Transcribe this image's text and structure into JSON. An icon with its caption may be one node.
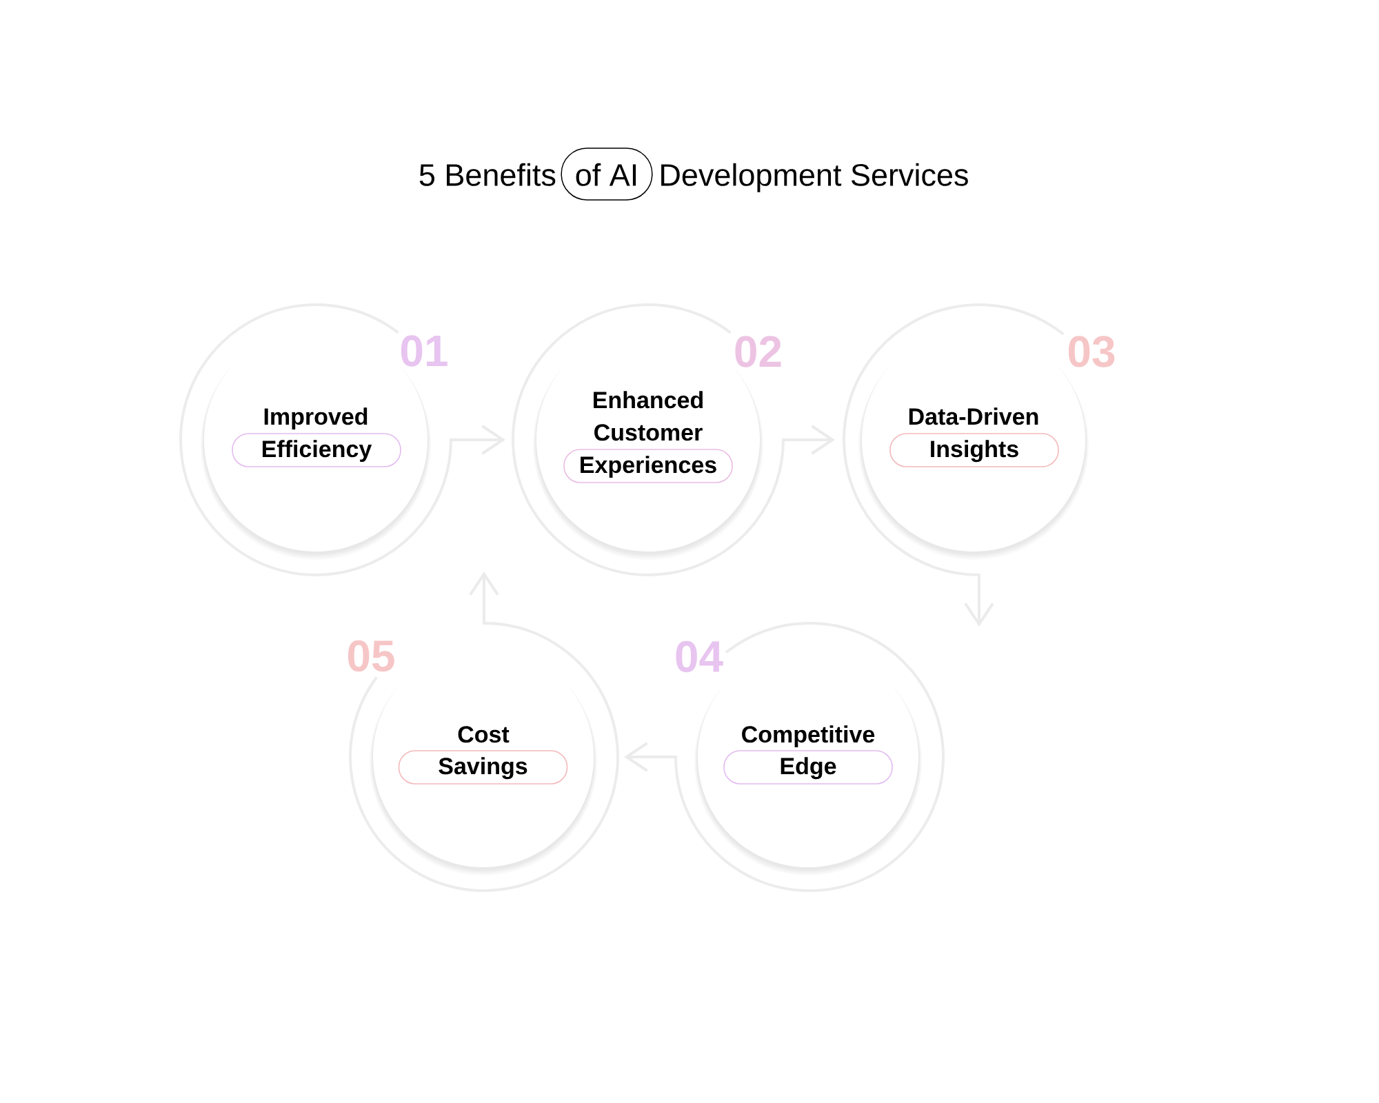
{
  "diagram": {
    "title": "5 Benefits of AI Development Services",
    "nodes": [
      {
        "text": [
          "Improved"
        ],
        "beside": [
          "01"
        ]
      },
      {
        "text": [
          "Efficiency"
        ],
        "in": 0
      },
      {
        "text": [
          "Enhanced Customer"
        ],
        "beside": [
          "02"
        ]
      },
      {
        "text": [
          "Experiences"
        ],
        "in": 2
      },
      {
        "text": [
          "Data-Driven"
        ],
        "beside": [
          "03"
        ]
      },
      {
        "text": [
          "Insights"
        ],
        "in": 4
      },
      {
        "text": [
          "Competitive"
        ],
        "beside": [
          "04"
        ]
      },
      {
        "text": [
          "Edge"
        ],
        "in": 6
      },
      {
        "text": [
          "Cost"
        ],
        "beside": [
          "05"
        ]
      },
      {
        "text": [
          "Savings"
        ],
        "in": 8
      }
    ],
    "edges": [
      {
        "from": 0,
        "to": 2,
        "arrow": "to"
      },
      {
        "from": 2,
        "to": 4,
        "arrow": "to"
      },
      {
        "from": 4,
        "to": 6,
        "arrow": "to"
      },
      {
        "from": 6,
        "to": 8,
        "arrow": "to"
      },
      {
        "from": 8,
        "to": 0,
        "arrow": "to"
      }
    ]
  }
}
